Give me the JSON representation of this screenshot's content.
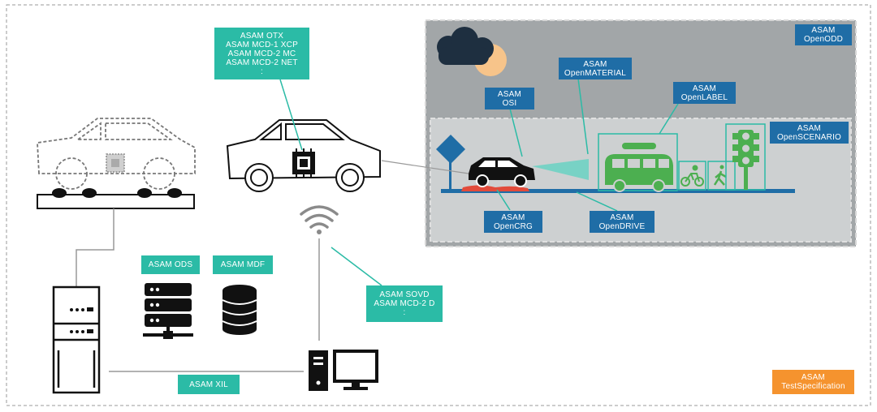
{
  "labels": {
    "ecu_standards": "ASAM OTX\nASAM MCD-1 XCP\nASAM MCD-2 MC\nASAM MCD-2 NET\n:",
    "ods": "ASAM ODS",
    "mdf": "ASAM MDF",
    "sovd": "ASAM SOVD\nASAM MCD-2 D\n:",
    "xil": "ASAM XIL",
    "openodd": "ASAM\nOpenODD",
    "openscenario": "ASAM\nOpenSCENARIO",
    "openmaterial": "ASAM\nOpenMATERIAL",
    "osi": "ASAM\nOSI",
    "openlabel": "ASAM\nOpenLABEL",
    "opencrg": "ASAM\nOpenCRG",
    "opendrive": "ASAM\nOpenDRIVE",
    "testspecification": "ASAM\nTestSpecification"
  },
  "colors": {
    "teal": "#2bbba6",
    "blue": "#1f6da6",
    "orange": "#f5932e",
    "scene_bg_outer": "#a2a6a8",
    "scene_bg_inner": "#cdd0d1",
    "vehicle_green": "#4caf50"
  },
  "icons": [
    "car-outline-icon",
    "chip-icon",
    "wifi-icon",
    "server-tower-icon",
    "server-rack-icon",
    "database-icon",
    "desktop-computer-icon",
    "cloud-icon",
    "sun-icon",
    "road-sign-icon",
    "van-icon",
    "cyclist-icon",
    "pedestrian-icon",
    "traffic-light-icon"
  ]
}
